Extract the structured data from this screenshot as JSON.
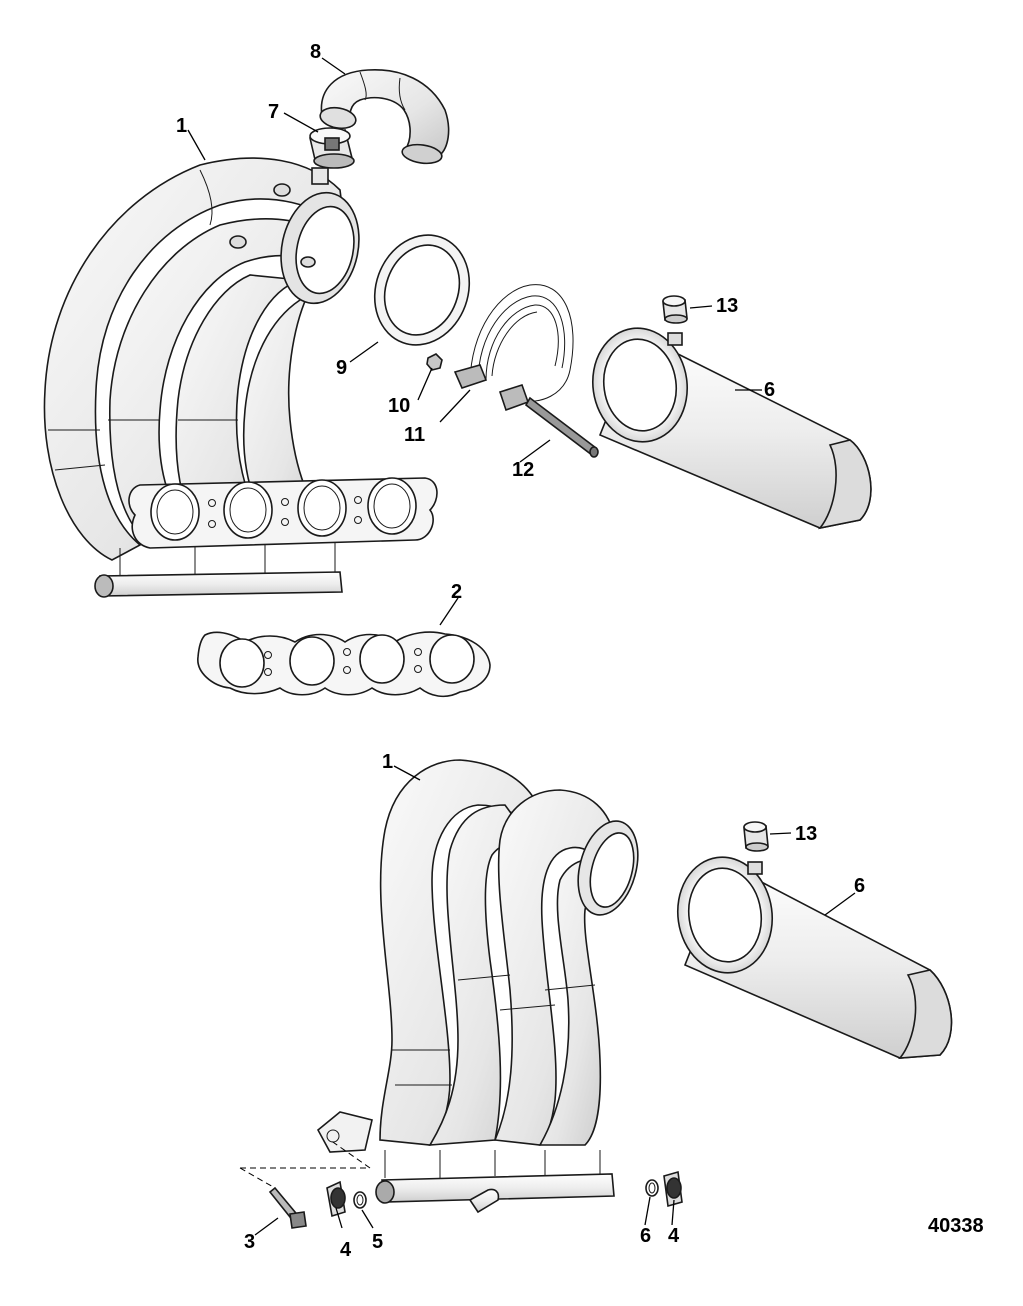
{
  "figure_number": "40338",
  "callouts": {
    "c1_top": "1",
    "c2": "2",
    "c6_top": "6",
    "c7": "7",
    "c8": "8",
    "c9": "9",
    "c10": "10",
    "c11": "11",
    "c12": "12",
    "c13_top": "13",
    "c1_bottom": "1",
    "c13_bottom": "13",
    "c6_bottom": "6",
    "c3": "3",
    "c4_left": "4",
    "c5": "5",
    "c6_small": "6",
    "c4_right": "4"
  },
  "colors": {
    "part_fill": "#f2f2f2",
    "part_shade": "#d6d6d6",
    "part_dark": "#9a9a9a",
    "line": "#1a1a1a"
  }
}
